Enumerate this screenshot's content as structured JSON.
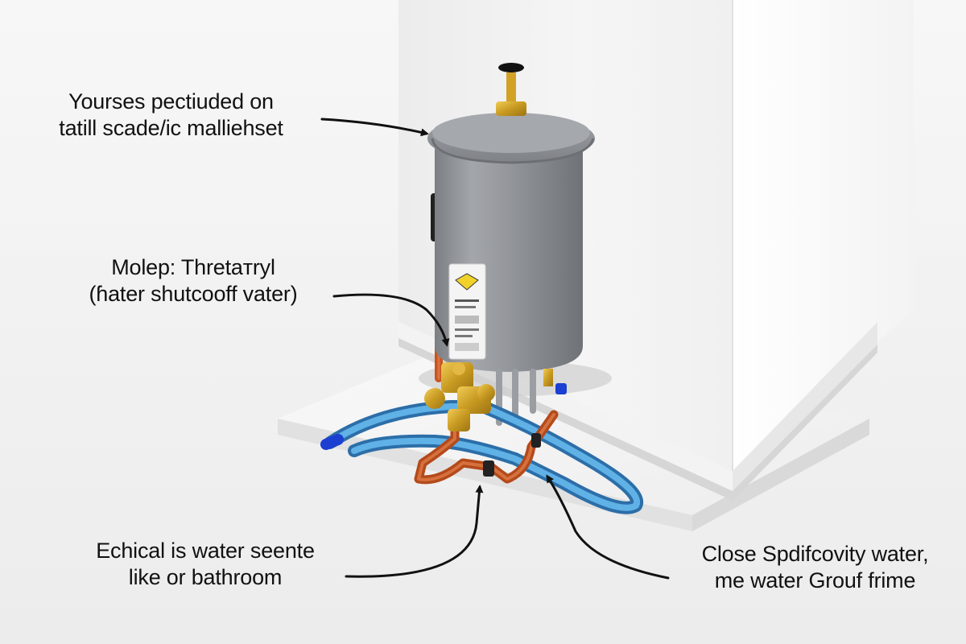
{
  "callouts": {
    "top": {
      "line1": "Yourses pectiuded on",
      "line2": "tatill scade/ic malliehset"
    },
    "middle": {
      "line1": "Molep: Thretaтryl",
      "line2": "(ɦater shutcooff vater)"
    },
    "bottom_left": {
      "line1": "Echical is water seente",
      "line2": "like or bathroom"
    },
    "bottom_right": {
      "line1": "Close Spdifcovity water,",
      "line2": "me water Grouf frime"
    }
  },
  "colors": {
    "background": "#f2f2f2",
    "wall": "#f7f7f7",
    "tank": "#8e9196",
    "copper_pipe": "#c8551f",
    "pex_pipe": "#3f8fc8",
    "brass": "#d2a226"
  },
  "icons": [
    "water-heater-tank",
    "brass-valve",
    "copper-pipe",
    "pex-pipe",
    "callout-arrow"
  ]
}
